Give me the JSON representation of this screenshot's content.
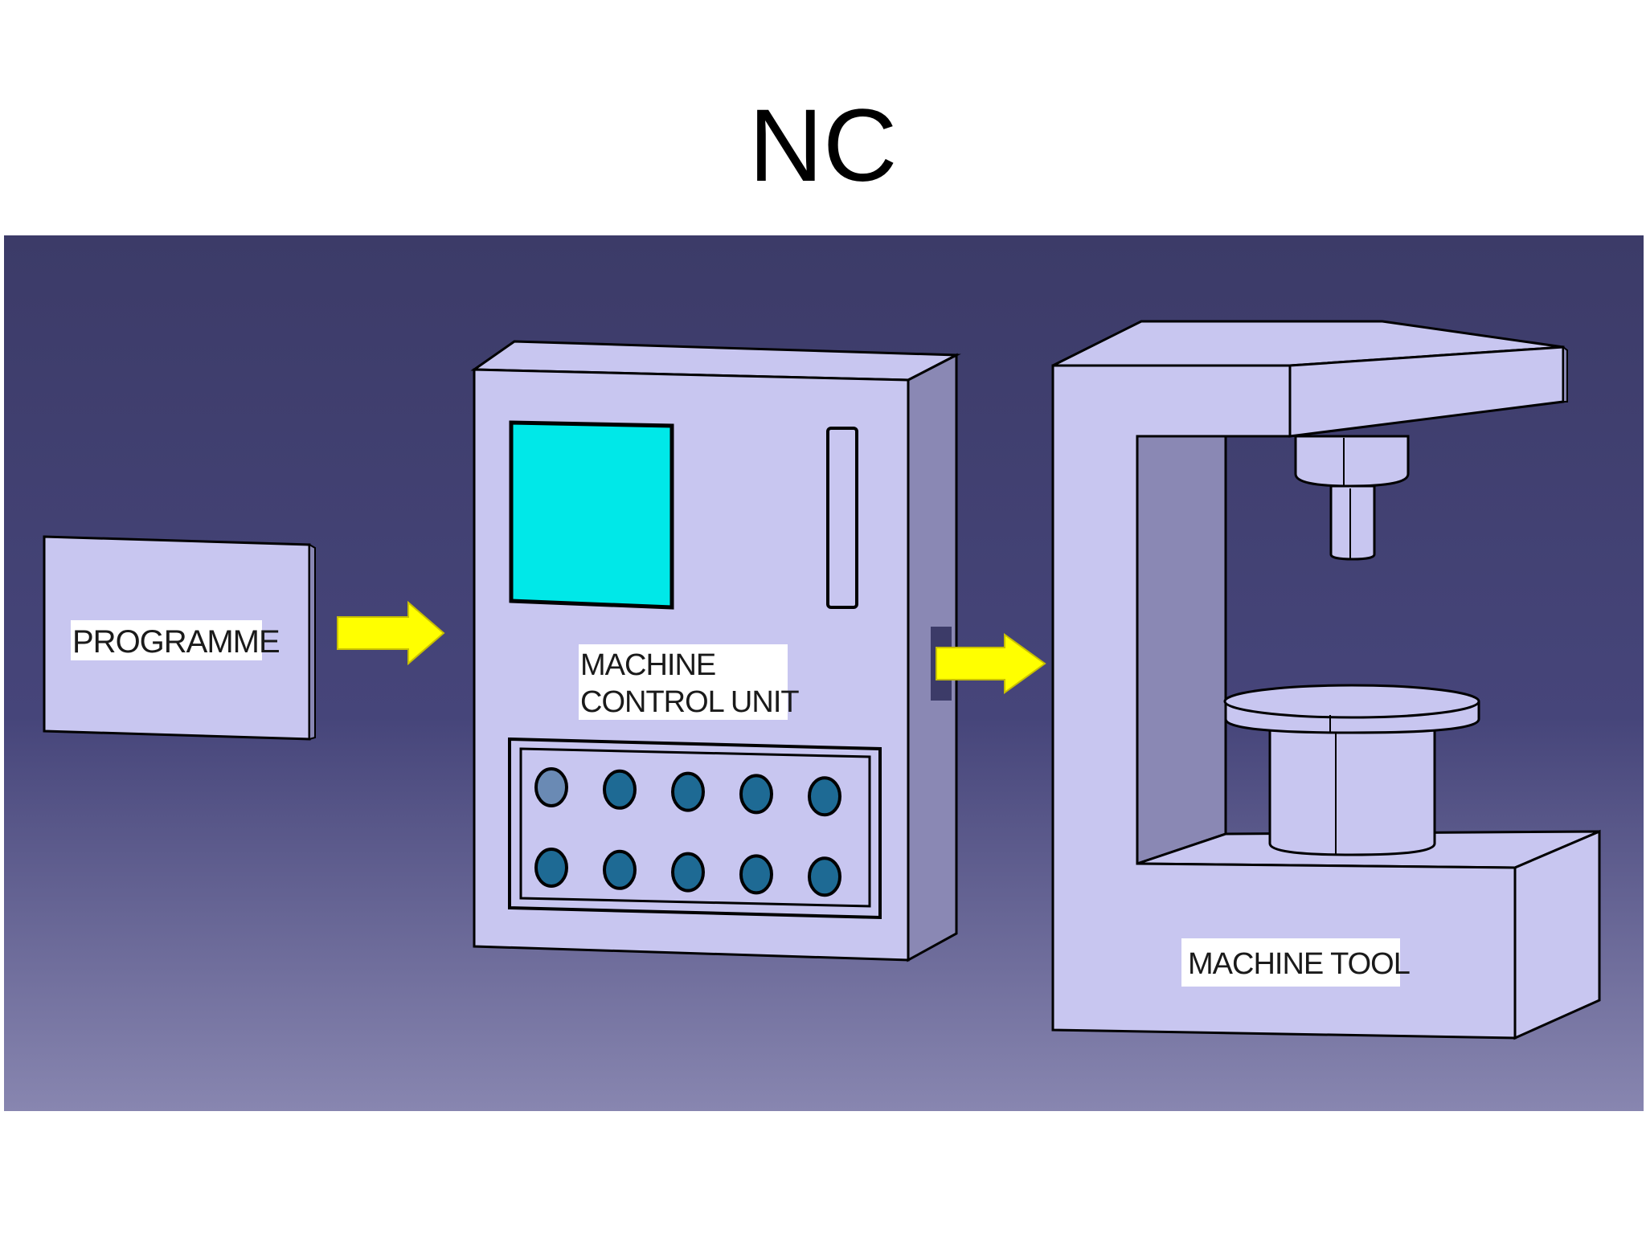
{
  "title": "NC",
  "labels": {
    "programme": "PROGRAMME",
    "mcu_line1": "MACHINE",
    "mcu_line2": "CONTROL UNIT",
    "machine_tool": "MACHINE TOOL"
  },
  "colors": {
    "background_top": "#3c3b68",
    "background_bottom": "#8886b0",
    "body": "#c8c6f0",
    "side": "#8a88b4",
    "screen": "#00e8e8",
    "arrow": "#ffff00",
    "button": "#1e6a94",
    "button_highlight": "#6a8ab4"
  },
  "buttons": {
    "rows": 2,
    "per_row": 5
  }
}
